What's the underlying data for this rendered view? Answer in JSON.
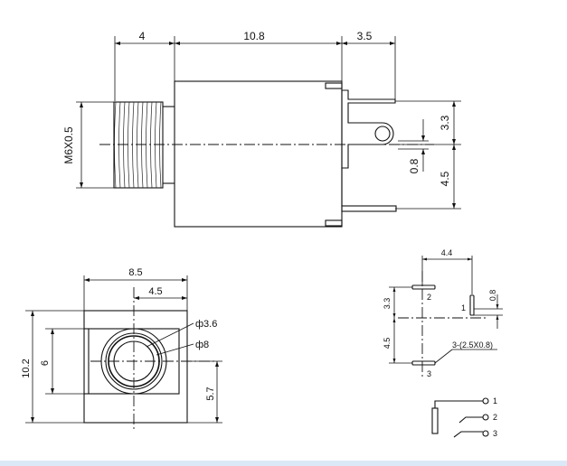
{
  "side_view": {
    "dim_top_left": "4",
    "dim_top_mid": "10.8",
    "dim_top_right": "3.5",
    "thread_label": "M6X0.5",
    "dim_right_upper": "3.3",
    "dim_right_lower": "4.5",
    "dim_pin": "0.8"
  },
  "front_view": {
    "width": "8.5",
    "half_width": "4.5",
    "hole_small": "ф3.6",
    "hole_large": "ф8",
    "height": "10.2",
    "inner_height": "6",
    "offset": "5.7"
  },
  "footprint": {
    "width": "4.4",
    "upper": "3.3",
    "lower": "4.5",
    "pad": "0.8",
    "slots": "3-(2.5X0.8)",
    "pin1": "1",
    "pin2": "2",
    "pin3": "3"
  },
  "schematic": {
    "pin1": "1",
    "pin2": "2",
    "pin3": "3"
  }
}
